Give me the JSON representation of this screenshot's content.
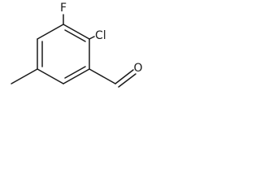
{
  "molecule": {
    "atom_labels": {
      "fluorine": "F",
      "chlorine": "Cl",
      "oxygen": "O"
    },
    "colors": {
      "bond": "#1a1a1a",
      "label": "#1a1a1a",
      "background": "#ffffff"
    }
  }
}
